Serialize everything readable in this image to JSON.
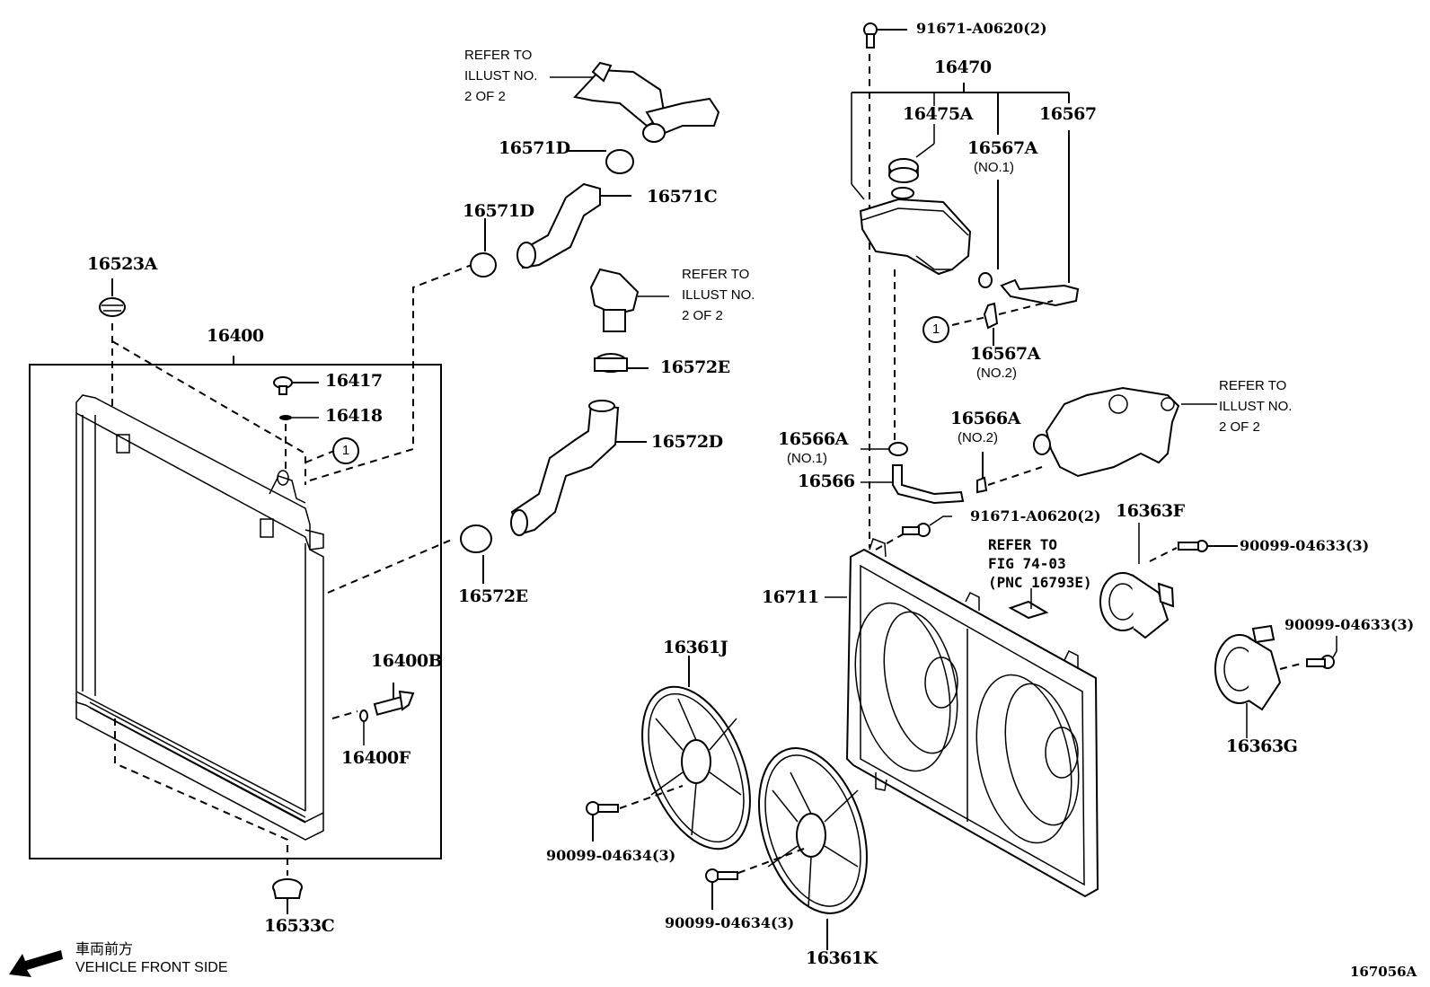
{
  "figure_id": "167056A",
  "direction": {
    "label_jp": "車両前方",
    "label_en": "VEHICLE FRONT SIDE"
  },
  "refs": {
    "circle_1": "1",
    "refer_illust": "REFER TO\nILLUST NO.\n2 OF 2",
    "refer_fig": "REFER TO\nFIG 74-03\n(PNC 16793E)"
  },
  "parts": {
    "p16523A": "16523A",
    "p16400": "16400",
    "p16417": "16417",
    "p16418": "16418",
    "p16400B": "16400B",
    "p16400F": "16400F",
    "p16533C": "16533C",
    "p16571D_top": "16571D",
    "p16571D_left": "16571D",
    "p16571C": "16571C",
    "p16572E_top": "16572E",
    "p16572D": "16572D",
    "p16572E_bottom": "16572E",
    "p91671_top": "91671-A0620(2)",
    "p16470": "16470",
    "p16475A": "16475A",
    "p16567": "16567",
    "p16567A_no1": "16567A",
    "p16567A_no1_sub": "(NO.1)",
    "p16567A_no2": "16567A",
    "p16567A_no2_sub": "(NO.2)",
    "p16566A_no1": "16566A",
    "p16566A_no1_sub": "(NO.1)",
    "p16566A_no2": "16566A",
    "p16566A_no2_sub": "(NO.2)",
    "p16566": "16566",
    "p91671_mid": "91671-A0620(2)",
    "p16711": "16711",
    "p16363F": "16363F",
    "p90099_04633_a": "90099-04633(3)",
    "p90099_04633_b": "90099-04633(3)",
    "p16363G": "16363G",
    "p16361J": "16361J",
    "p90099_04634_a": "90099-04634(3)",
    "p16361K": "16361K",
    "p90099_04634_b": "90099-04634(3)"
  }
}
